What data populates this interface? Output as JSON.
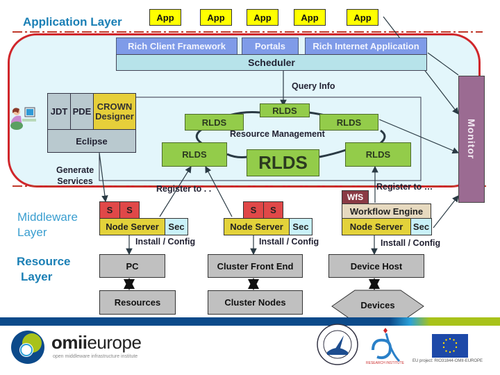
{
  "layers": {
    "application": "Application Layer",
    "middleware": "Middleware\nLayer",
    "middleware_line1": "Middleware",
    "middleware_line2": "Layer",
    "resource_line1": "Resource",
    "resource_line2": "Layer"
  },
  "apps": [
    "App",
    "App",
    "App",
    "App",
    "App"
  ],
  "frameworks": {
    "rich_client": "Rich Client Framework",
    "portals": "Portals",
    "ria": "Rich Internet Application",
    "scheduler": "Scheduler"
  },
  "labels": {
    "query_info": "Query Info",
    "resource_management": "Resource Management",
    "generate_services_1": "Generate",
    "generate_services_2": "Services",
    "register_left": "Register to . .",
    "register_right": "Register to …",
    "install_config": "Install / Config"
  },
  "eclipse": {
    "jdt": "JDT",
    "pde": "PDE",
    "crown_1": "CROWN",
    "crown_2": "Designer",
    "eclipse": "Eclipse"
  },
  "rlds": {
    "top": "RLDS",
    "left_upper": "RLDS",
    "right_upper": "RLDS",
    "left_lower": "RLDS",
    "center": "RLDS",
    "right_lower": "RLDS"
  },
  "monitor": "Monitor",
  "node_servers": [
    {
      "s1": "S",
      "s2": "S",
      "node": "Node Server",
      "sec": "Sec",
      "install": "Install / Config"
    },
    {
      "s1": "S",
      "s2": "S",
      "node": "Node Server",
      "sec": "Sec",
      "install": "Install / Config"
    },
    {
      "wfs": "WfS",
      "engine": "Workflow Engine",
      "node": "Node Server",
      "sec": "Sec",
      "install": "Install / Config"
    }
  ],
  "resources": {
    "pc": "PC",
    "resources": "Resources",
    "cluster_front_end": "Cluster Front End",
    "cluster_nodes": "Cluster Nodes",
    "device_host": "Device Host",
    "devices": "Devices"
  },
  "footer": {
    "omii_brand_bold": "omii",
    "omii_brand": "europe",
    "omii_tagline": "open middleware infrastructure institute",
    "eu_project": "EU project: RIO31844-OMII-EUROPE",
    "research_institute": "RESEARCH INSTITUTE"
  },
  "colors": {
    "layer_title": "#1a7fb5",
    "boundary_red": "#d0262b",
    "footer_blue": "#0c4a8a",
    "footer_green": "#a8c21a",
    "rlds_green": "#93cc4a",
    "monitor_purple": "#9b6b92"
  }
}
